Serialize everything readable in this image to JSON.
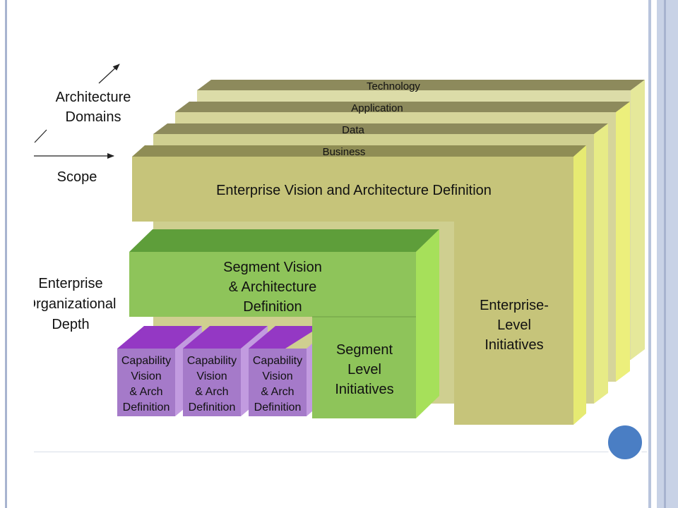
{
  "diagram": {
    "axes": {
      "domains_line1": "Architecture",
      "domains_line2": "Domains",
      "scope": "Scope",
      "depth_line1": "Enterprise",
      "depth_line2": "Organizational",
      "depth_line3": "Depth"
    },
    "domains": {
      "technology": "Technology",
      "application": "Application",
      "data": "Data",
      "business": "Business"
    },
    "enterprise_vision": "Enterprise Vision and Architecture Definition",
    "enterprise_initiatives": [
      "Enterprise-",
      "Level",
      "Initiatives"
    ],
    "segment_vision": [
      "Segment Vision",
      "& Architecture",
      "Definition"
    ],
    "segment_initiatives": [
      "Segment",
      "Level",
      "Initiatives"
    ],
    "capabilities": [
      {
        "lines": [
          "Capability",
          "Vision",
          "& Arch",
          "Definition"
        ]
      },
      {
        "lines": [
          "Capability",
          "Vision",
          "& Arch",
          "Definition"
        ]
      },
      {
        "lines": [
          "Capability",
          "Vision",
          "& Arch",
          "Definition"
        ]
      }
    ],
    "colors": {
      "olive_front": "#c6c47a",
      "olive_top": "#8f8d55",
      "olive_side": "#e6ea72",
      "green_front": "#8ec45a",
      "green_top": "#5e9e3a",
      "green_side": "#a6e05a",
      "purple_front": "#a57ac9",
      "purple_top": "#9438c4",
      "purple_side": "#c29be0"
    }
  }
}
